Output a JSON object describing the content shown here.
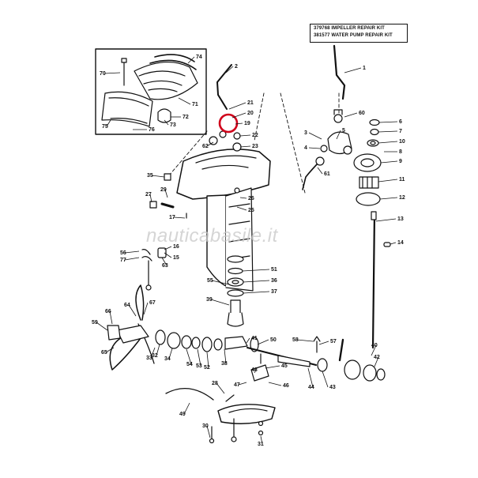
{
  "kit_box": {
    "line1": "379768 IMPELLER REPAIR KIT",
    "line2": "381577 WATER PUMP REPAIR KIT"
  },
  "watermark": "nauticabasile.it",
  "highlight_color": "#d0021b",
  "callouts": [
    {
      "id": "c1",
      "label": "1"
    },
    {
      "id": "c2",
      "label": "2"
    },
    {
      "id": "c3",
      "label": "3"
    },
    {
      "id": "c4",
      "label": "4"
    },
    {
      "id": "c5",
      "label": "5"
    },
    {
      "id": "c6",
      "label": "6"
    },
    {
      "id": "c7",
      "label": "7"
    },
    {
      "id": "c8",
      "label": "8"
    },
    {
      "id": "c9",
      "label": "9"
    },
    {
      "id": "c10",
      "label": "10"
    },
    {
      "id": "c11",
      "label": "11"
    },
    {
      "id": "c12",
      "label": "12"
    },
    {
      "id": "c13",
      "label": "13"
    },
    {
      "id": "c14",
      "label": "14"
    },
    {
      "id": "c15",
      "label": "15"
    },
    {
      "id": "c16",
      "label": "16"
    },
    {
      "id": "c17",
      "label": "17"
    },
    {
      "id": "c19",
      "label": "19"
    },
    {
      "id": "c20",
      "label": "20"
    },
    {
      "id": "c21",
      "label": "21"
    },
    {
      "id": "c22",
      "label": "22"
    },
    {
      "id": "c23",
      "label": "23"
    },
    {
      "id": "c25",
      "label": "25"
    },
    {
      "id": "c26",
      "label": "26"
    },
    {
      "id": "c27",
      "label": "27"
    },
    {
      "id": "c28",
      "label": "28"
    },
    {
      "id": "c29",
      "label": "29"
    },
    {
      "id": "c30",
      "label": "30"
    },
    {
      "id": "c31",
      "label": "31"
    },
    {
      "id": "c32",
      "label": "32"
    },
    {
      "id": "c33",
      "label": "33"
    },
    {
      "id": "c34",
      "label": "34"
    },
    {
      "id": "c35",
      "label": "35"
    },
    {
      "id": "c36",
      "label": "36"
    },
    {
      "id": "c37",
      "label": "37"
    },
    {
      "id": "c38",
      "label": "38"
    },
    {
      "id": "c39",
      "label": "39"
    },
    {
      "id": "c40",
      "label": "40"
    },
    {
      "id": "c41",
      "label": "41"
    },
    {
      "id": "c42",
      "label": "42"
    },
    {
      "id": "c43",
      "label": "43"
    },
    {
      "id": "c44",
      "label": "44"
    },
    {
      "id": "c45",
      "label": "45"
    },
    {
      "id": "c46",
      "label": "46"
    },
    {
      "id": "c47",
      "label": "47"
    },
    {
      "id": "c48",
      "label": "48"
    },
    {
      "id": "c49",
      "label": "49"
    },
    {
      "id": "c50",
      "label": "50"
    },
    {
      "id": "c51",
      "label": "51"
    },
    {
      "id": "c52",
      "label": "52"
    },
    {
      "id": "c53",
      "label": "53"
    },
    {
      "id": "c54",
      "label": "54"
    },
    {
      "id": "c55",
      "label": "55"
    },
    {
      "id": "c56",
      "label": "56"
    },
    {
      "id": "c57",
      "label": "57"
    },
    {
      "id": "c58",
      "label": "58"
    },
    {
      "id": "c59",
      "label": "59"
    },
    {
      "id": "c60",
      "label": "60"
    },
    {
      "id": "c61",
      "label": "61"
    },
    {
      "id": "c62",
      "label": "62"
    },
    {
      "id": "c63",
      "label": "63"
    },
    {
      "id": "c64",
      "label": "64"
    },
    {
      "id": "c65",
      "label": "65"
    },
    {
      "id": "c66",
      "label": "66"
    },
    {
      "id": "c67",
      "label": "67"
    },
    {
      "id": "c70",
      "label": "70"
    },
    {
      "id": "c71",
      "label": "71"
    },
    {
      "id": "c72",
      "label": "72"
    },
    {
      "id": "c73",
      "label": "73"
    },
    {
      "id": "c74",
      "label": "74"
    },
    {
      "id": "c75",
      "label": "75"
    },
    {
      "id": "c76",
      "label": "76"
    },
    {
      "id": "c77",
      "label": "77"
    }
  ]
}
